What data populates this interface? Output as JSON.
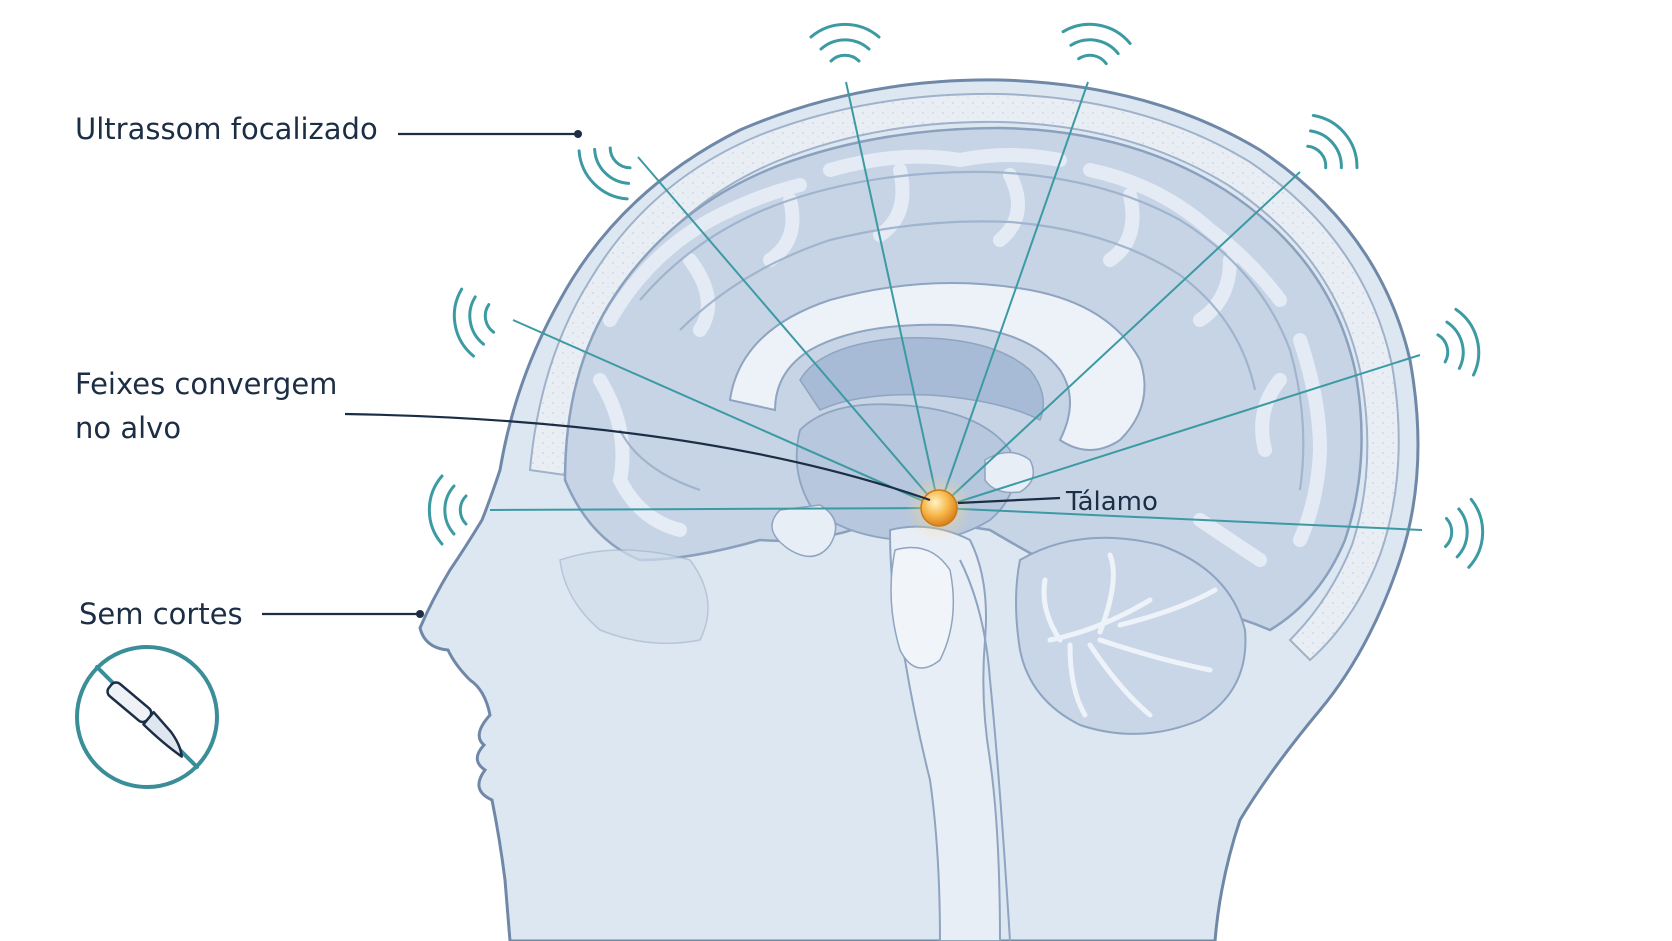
{
  "labels": {
    "ultrasound": "Ultrassom focalizado",
    "beams_line1": "Feixes convergem",
    "beams_line2": "no alvo",
    "no_cuts": "Sem cortes",
    "target": "Tálamo"
  },
  "icons": {
    "no_cut": "no-scalpel-icon",
    "transducer": "ultrasound-wave-icon",
    "target": "thalamus-focus-dot"
  },
  "colors": {
    "beam": "#3c9aa3",
    "leader": "#1c2e45",
    "head_fill": "#dce6f1",
    "head_stroke": "#6f88a8",
    "skull": "#eef2f7",
    "brain": "#c3d1e3",
    "brain_dark": "#a9bcd6",
    "target": "#f2a93b",
    "icon_ring": "#3a8e98"
  }
}
